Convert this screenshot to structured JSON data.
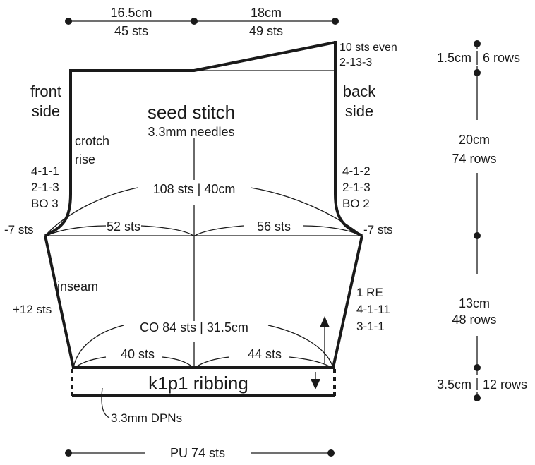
{
  "top_measure": {
    "front_cm": "16.5cm",
    "front_sts": "45 sts",
    "back_cm": "18cm",
    "back_sts": "49 sts"
  },
  "back_top": {
    "rows_note": "10 sts even",
    "shaping": "2-13-3"
  },
  "front_side": [
    "front",
    "side"
  ],
  "back_side": [
    "back",
    "side"
  ],
  "center": {
    "stitch": "seed stitch",
    "needles": "3.3mm needles"
  },
  "crotch_rise": [
    "crotch",
    "rise"
  ],
  "front_crotch_shaping": [
    "4-1-1",
    "2-1-3",
    "BO 3"
  ],
  "back_crotch_shaping": [
    "4-1-2",
    "2-1-3",
    "BO 2"
  ],
  "hip_total": "108 sts | 40cm",
  "left_decrease": "-7 sts",
  "right_decrease": "-7 sts",
  "hip_front": "52 sts",
  "hip_back": "56 sts",
  "inseam": {
    "label": "inseam",
    "increase": "+12 sts",
    "shaping": [
      "1 RE",
      "4-1-11",
      "3-1-1"
    ]
  },
  "cast_on": {
    "total": "CO 84 sts | 31.5cm",
    "front": "40 sts",
    "back": "44 sts"
  },
  "ribbing": {
    "label": "k1p1 ribbing",
    "needles": "3.3mm DPNs",
    "pickup": "PU 74 sts"
  },
  "vertical_measure": {
    "seg1_cm": "1.5cm",
    "seg1_rows": "6 rows",
    "seg2_cm": "20cm",
    "seg2_rows": "74 rows",
    "seg3_cm": "13cm",
    "seg3_rows": "48 rows",
    "seg4_cm": "3.5cm",
    "seg4_rows": "12 rows"
  },
  "colors": {
    "ink": "#1a1a1a",
    "background": "#ffffff"
  }
}
